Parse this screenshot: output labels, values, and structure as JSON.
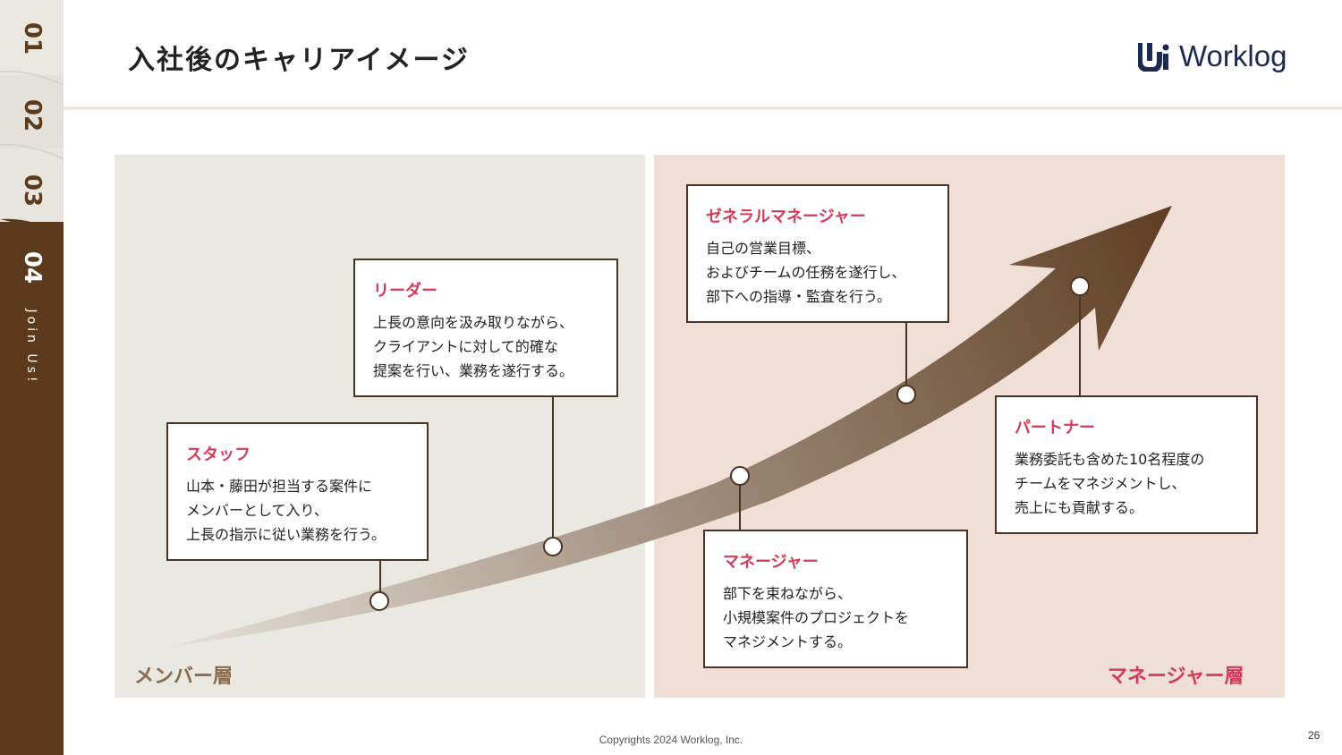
{
  "sidebar": {
    "tabs": [
      {
        "number": "01"
      },
      {
        "number": "02"
      },
      {
        "number": "03"
      },
      {
        "number": "04",
        "label": "Join Us!"
      }
    ]
  },
  "header": {
    "title": "入社後のキャリアイメージ",
    "logo_text": "Worklog"
  },
  "layers": {
    "member": "メンバー層",
    "manager": "マネージャー層"
  },
  "roles": [
    {
      "title": "スタッフ",
      "description": "山本・藤田が担当する案件に\nメンバーとして入り、\n上長の指示に従い業務を行う。"
    },
    {
      "title": "リーダー",
      "description": "上長の意向を汲み取りながら、\nクライアントに対して的確な\n提案を行い、業務を遂行する。"
    },
    {
      "title": "マネージャー",
      "description": "部下を束ねながら、\n小規模案件のプロジェクトを\nマネジメントする。"
    },
    {
      "title": "ゼネラルマネージャー",
      "description": "自己の営業目標、\nおよびチームの任務を遂行し、\n部下への指導・監査を行う。"
    },
    {
      "title": "パートナー",
      "description": "業務委託も含めた10名程度の\nチームをマネジメントし、\n売上にも貢献する。"
    }
  ],
  "colors": {
    "brand_brown": "#5b3b1c",
    "role_title": "#d33b59",
    "member_label": "#8a6a4a",
    "manager_label": "#d33b59"
  },
  "footer": {
    "copyright": "Copyrights 2024 Worklog, Inc.",
    "page_number": "26"
  }
}
